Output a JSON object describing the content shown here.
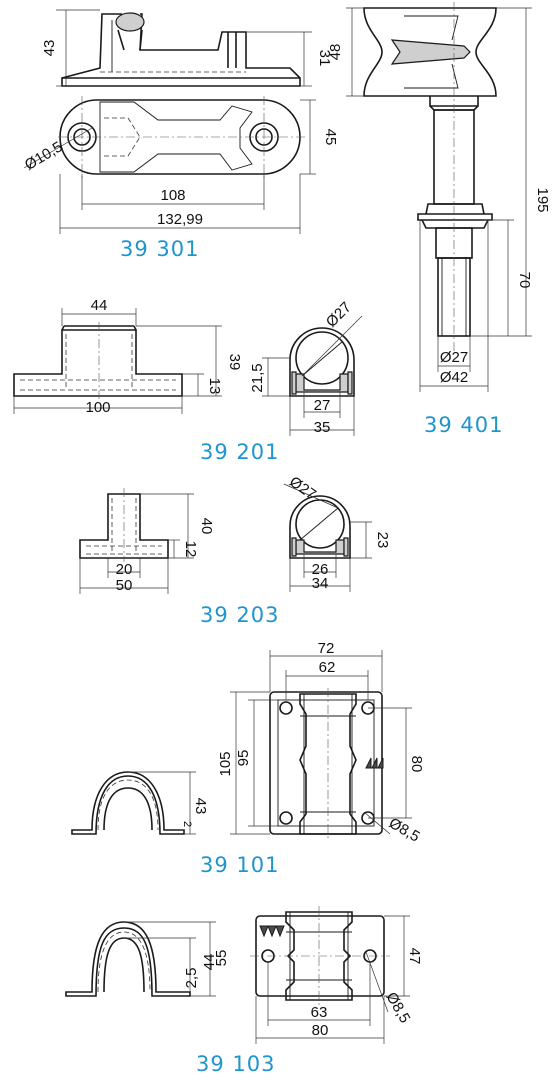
{
  "colors": {
    "caption": "#1f95cf",
    "line": "#1a1a1a"
  },
  "parts": {
    "p39301": {
      "code": "39 301",
      "dims": {
        "height_side": "43",
        "height_inner": "31",
        "hole_dia": "Ø10,5",
        "width": "45",
        "hole_spacing": "108",
        "length": "132,99"
      }
    },
    "p39401": {
      "code": "39 401",
      "dims": {
        "head_height": "48",
        "total_height": "195",
        "lower_height": "70",
        "shaft_dia": "Ø27",
        "collar_dia": "Ø42"
      }
    },
    "p39201": {
      "code": "39 201",
      "dims": {
        "top_width": "44",
        "height": "39",
        "base_height": "13",
        "length": "100",
        "bore": "Ø27",
        "bore_height": "21,5",
        "inner_width": "27",
        "outer_width": "35"
      }
    },
    "p39203": {
      "code": "39 203",
      "dims": {
        "height": "40",
        "base_height": "12",
        "top_width": "20",
        "length": "50",
        "bore": "Ø27",
        "bore_height": "23",
        "inner_width": "26",
        "outer_width": "34"
      }
    },
    "p39101": {
      "code": "39 101",
      "dims": {
        "outer_width": "72",
        "inner_width": "62",
        "outer_height": "105",
        "inner_height": "95",
        "hole_spacing": "80",
        "strap_height": "43",
        "strap_thickness": "2",
        "hole_dia": "Ø8,5"
      }
    },
    "p39103": {
      "code": "39 103",
      "dims": {
        "outer_height": "55",
        "inner_height": "44",
        "strap_thickness": "2,5",
        "width": "47",
        "hole_spacing": "63",
        "length": "80",
        "hole_dia": "Ø8,5"
      }
    }
  }
}
